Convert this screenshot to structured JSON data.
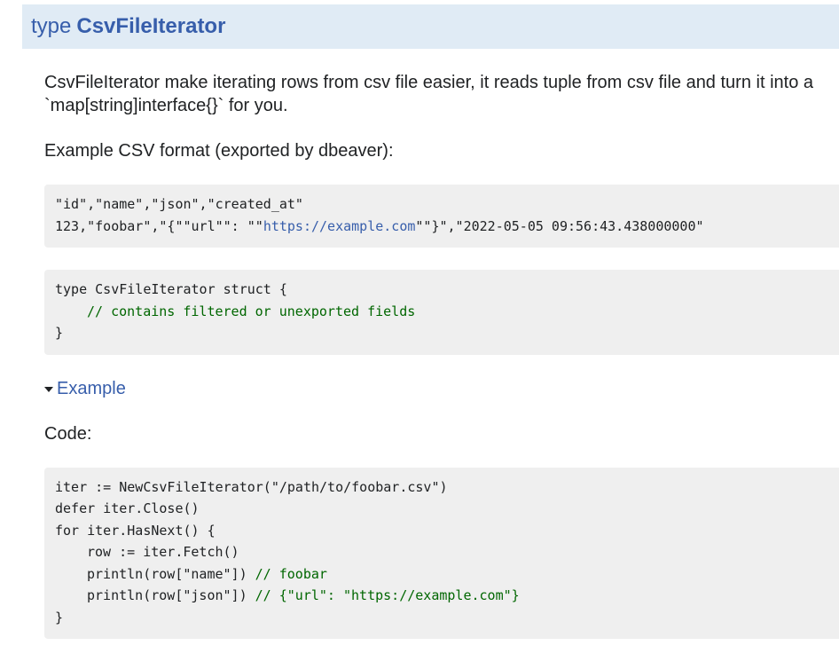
{
  "header": {
    "keyword": "type",
    "name": "CsvFileIterator"
  },
  "description": "CsvFileIterator make iterating rows from csv file easier, it reads tuple from csv file and turn it into a `map[string]interface{}` for you.",
  "example_format_label": "Example CSV format (exported by dbeaver):",
  "csv_block": {
    "line1": "\"id\",\"name\",\"json\",\"created_at\"",
    "line2_prefix": "123,\"foobar\",\"{\"\"url\"\": \"\"",
    "line2_link": "https://example.com",
    "line2_suffix": "\"\"}\",\"2022-05-05 09:56:43.438000000\""
  },
  "struct_block": {
    "line1": "type CsvFileIterator struct {",
    "comment": "// contains filtered or unexported fields",
    "line3": "}"
  },
  "example_toggle": {
    "label": "Example"
  },
  "code_label": "Code:",
  "code_block": {
    "line1": "iter := NewCsvFileIterator(\"/path/to/foobar.csv\")",
    "line2": "defer iter.Close()",
    "line3": "for iter.HasNext() {",
    "line4": "row := iter.Fetch()",
    "line5_code": "println(row[\"name\"])",
    "line5_comment": "// foobar",
    "line6_code": "println(row[\"json\"])",
    "line6_comment": "// {\"url\": \"https://example.com\"}",
    "line7": "}"
  }
}
